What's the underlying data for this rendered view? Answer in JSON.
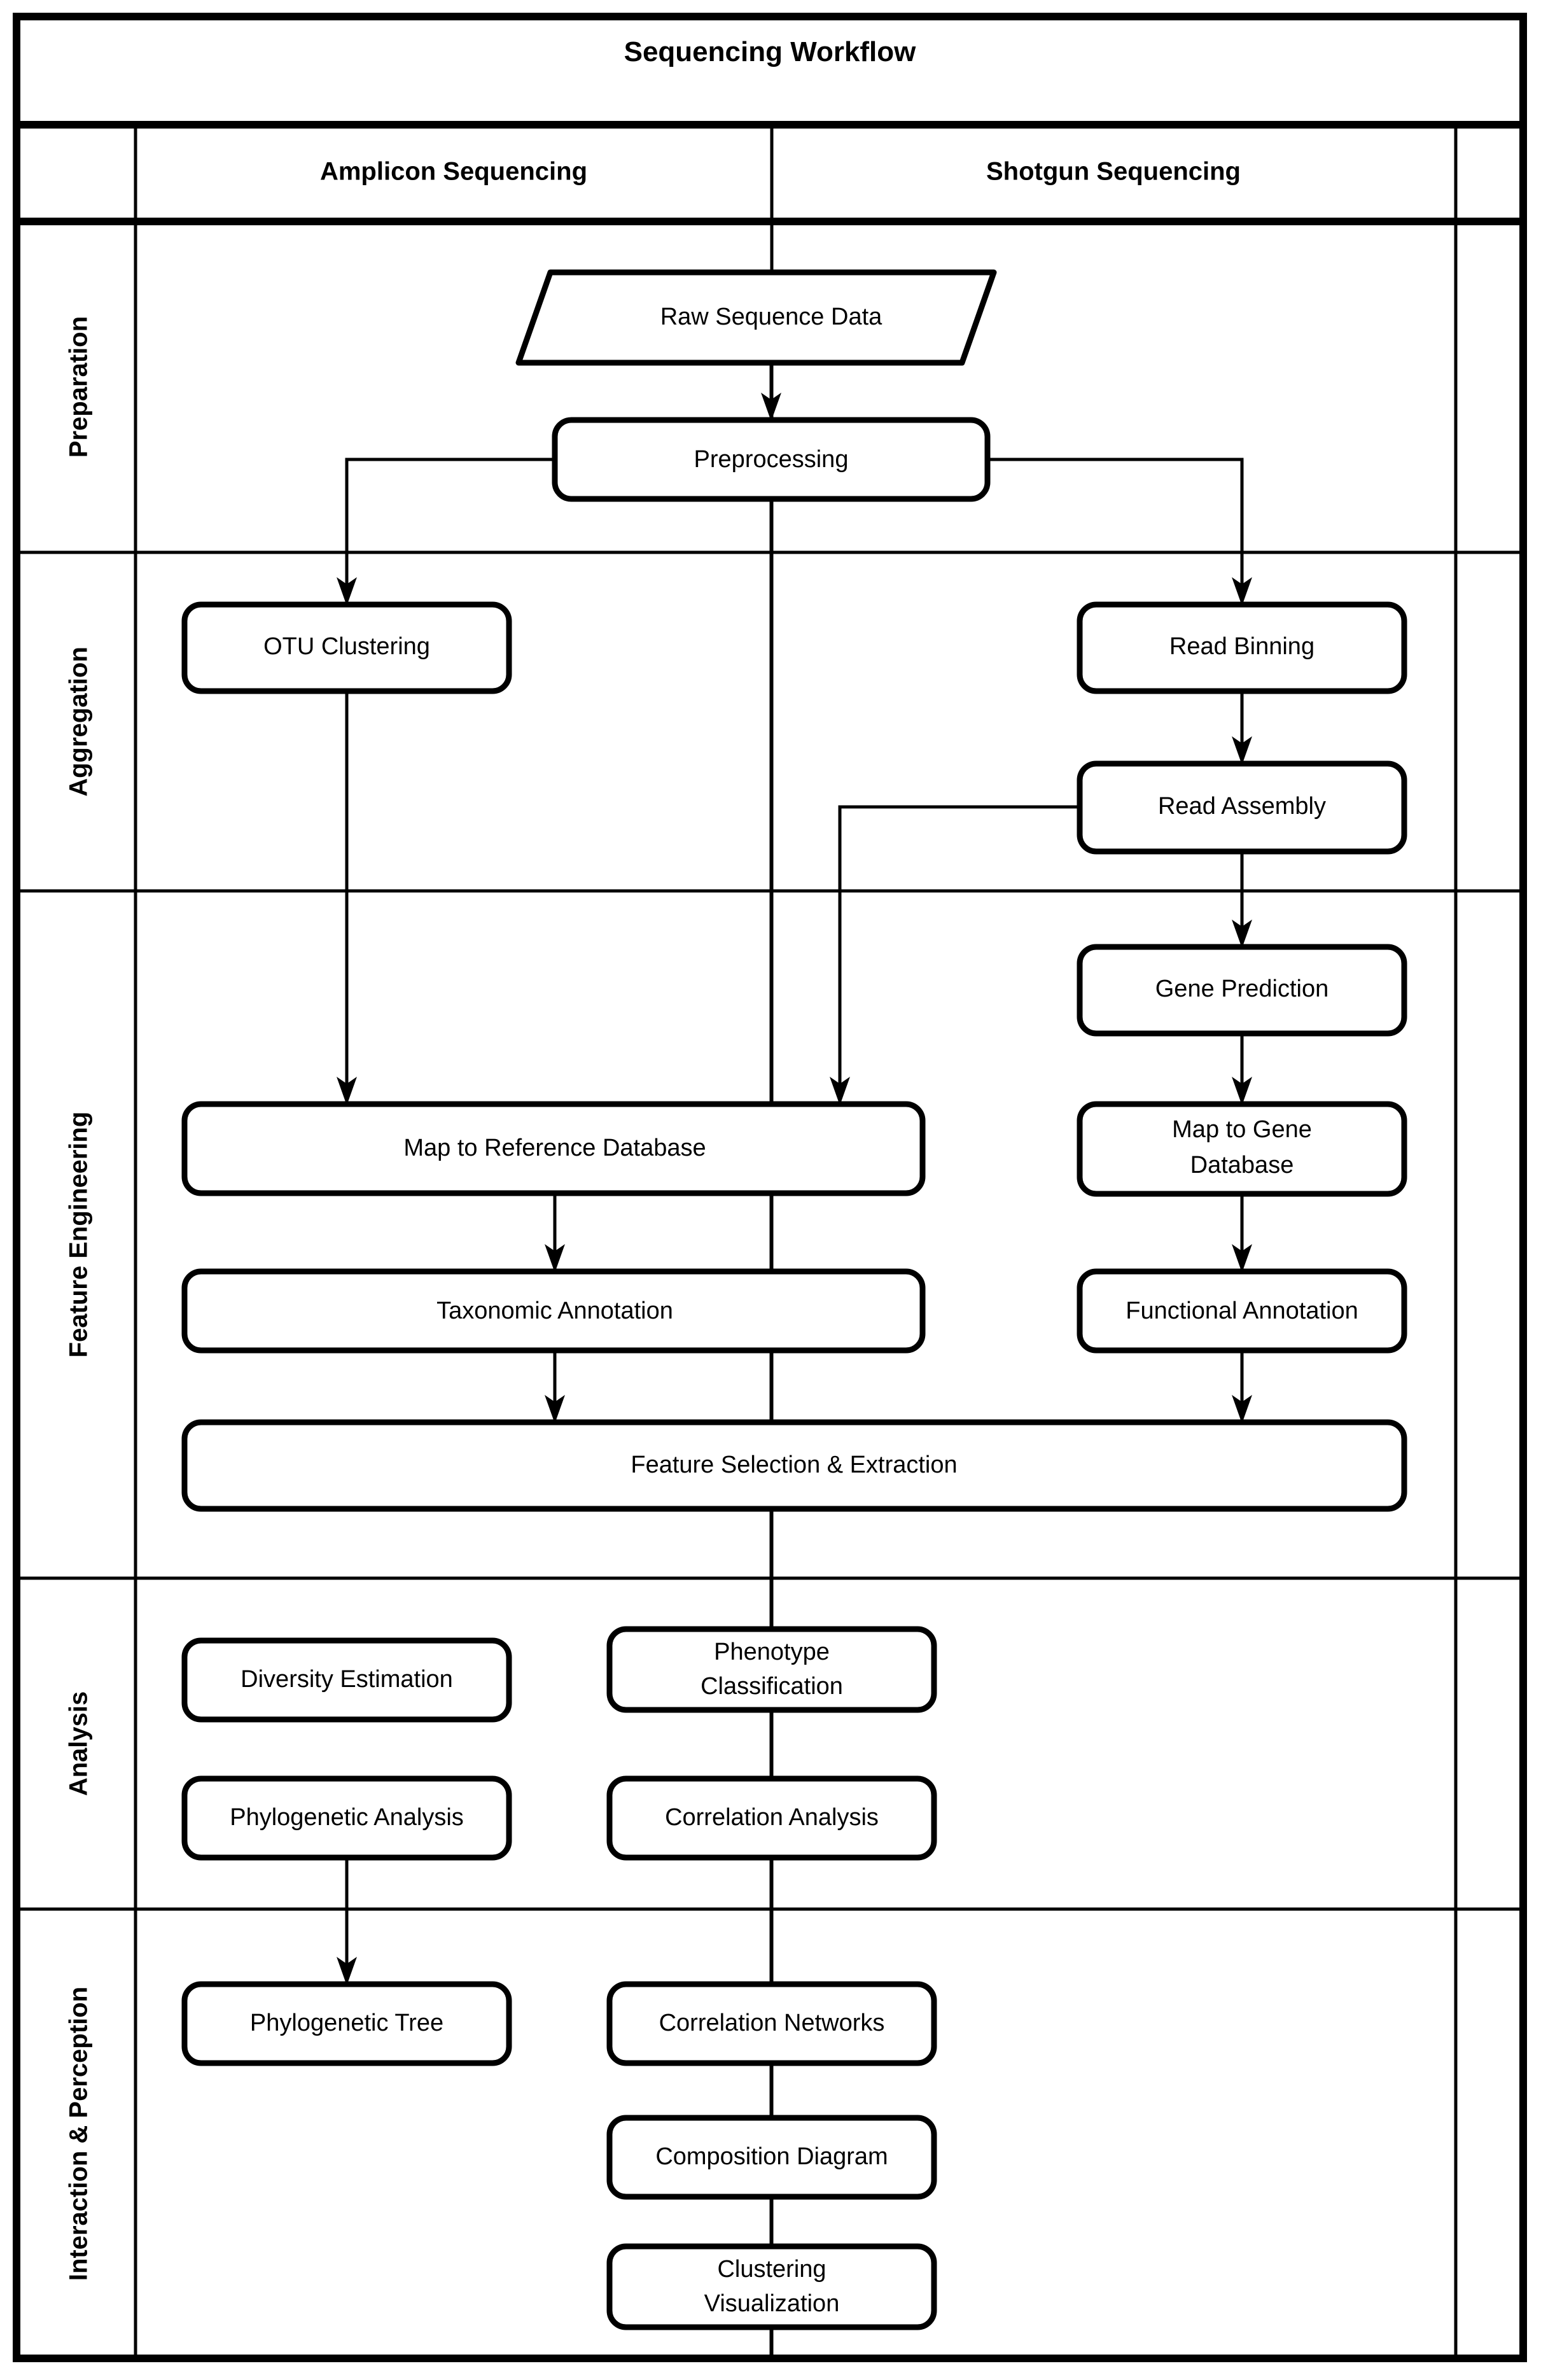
{
  "diagram": {
    "title": "Sequencing Workflow",
    "columns": [
      {
        "id": "amplicon",
        "label": "Amplicon Sequencing"
      },
      {
        "id": "shotgun",
        "label": "Shotgun Sequencing"
      },
      {
        "id": "spare",
        "label": ""
      }
    ],
    "swimlanes": [
      {
        "id": "preparation",
        "label": "Preparation"
      },
      {
        "id": "aggregation",
        "label": "Aggregation"
      },
      {
        "id": "feature-engineering",
        "label": "Feature Engineering"
      },
      {
        "id": "analysis",
        "label": "Analysis"
      },
      {
        "id": "interaction-perception",
        "label": "Interaction & Perception"
      }
    ],
    "nodes": [
      {
        "id": "raw-sequence-data",
        "label": "Raw Sequence Data",
        "shape": "parallelogram",
        "lane": "preparation",
        "column": "center"
      },
      {
        "id": "preprocessing",
        "label": "Preprocessing",
        "shape": "rounded-rect",
        "lane": "preparation",
        "column": "center"
      },
      {
        "id": "otu-clustering",
        "label": "OTU Clustering",
        "shape": "rounded-rect",
        "lane": "aggregation",
        "column": "amplicon"
      },
      {
        "id": "read-binning",
        "label": "Read Binning",
        "shape": "rounded-rect",
        "lane": "aggregation",
        "column": "shotgun"
      },
      {
        "id": "read-assembly",
        "label": "Read Assembly",
        "shape": "rounded-rect",
        "lane": "aggregation",
        "column": "shotgun"
      },
      {
        "id": "gene-prediction",
        "label": "Gene Prediction",
        "shape": "rounded-rect",
        "lane": "feature-engineering",
        "column": "shotgun"
      },
      {
        "id": "map-to-reference-database",
        "label": "Map to Reference Database",
        "shape": "rounded-rect",
        "lane": "feature-engineering",
        "column": "amplicon"
      },
      {
        "id": "map-to-gene-database",
        "label": "Map to Gene\nDatabase",
        "label_line1": "Map to Gene",
        "label_line2": "Database",
        "shape": "rounded-rect",
        "lane": "feature-engineering",
        "column": "shotgun"
      },
      {
        "id": "taxonomic-annotation",
        "label": "Taxonomic Annotation",
        "shape": "rounded-rect",
        "lane": "feature-engineering",
        "column": "amplicon"
      },
      {
        "id": "functional-annotation",
        "label": "Functional Annotation",
        "shape": "rounded-rect",
        "lane": "feature-engineering",
        "column": "shotgun"
      },
      {
        "id": "feature-selection-extraction",
        "label": "Feature Selection & Extraction",
        "shape": "rounded-rect",
        "lane": "feature-engineering",
        "column": "span"
      },
      {
        "id": "diversity-estimation",
        "label": "Diversity Estimation",
        "shape": "rounded-rect",
        "lane": "analysis",
        "column": "amplicon"
      },
      {
        "id": "phenotype-classification",
        "label": "Phenotype Classification",
        "label_line1": "Phenotype",
        "label_line2": "Classification",
        "shape": "rounded-rect",
        "lane": "analysis",
        "column": "center"
      },
      {
        "id": "phylogenetic-analysis",
        "label": "Phylogenetic Analysis",
        "shape": "rounded-rect",
        "lane": "analysis",
        "column": "amplicon"
      },
      {
        "id": "correlation-analysis",
        "label": "Correlation Analysis",
        "shape": "rounded-rect",
        "lane": "analysis",
        "column": "center"
      },
      {
        "id": "phylogenetic-tree",
        "label": "Phylogenetic Tree",
        "shape": "rounded-rect",
        "lane": "interaction-perception",
        "column": "amplicon"
      },
      {
        "id": "correlation-networks",
        "label": "Correlation Networks",
        "shape": "rounded-rect",
        "lane": "interaction-perception",
        "column": "center"
      },
      {
        "id": "composition-diagram",
        "label": "Composition Diagram",
        "shape": "rounded-rect",
        "lane": "interaction-perception",
        "column": "center"
      },
      {
        "id": "clustering-visualization",
        "label": "Clustering Visualization",
        "label_line1": "Clustering",
        "label_line2": "Visualization",
        "shape": "rounded-rect",
        "lane": "interaction-perception",
        "column": "center"
      }
    ],
    "edges": [
      {
        "from": "raw-sequence-data",
        "to": "preprocessing",
        "arrow": true
      },
      {
        "from": "preprocessing",
        "to": "otu-clustering",
        "arrow": true
      },
      {
        "from": "preprocessing",
        "to": "read-binning",
        "arrow": true
      },
      {
        "from": "read-binning",
        "to": "read-assembly",
        "arrow": true
      },
      {
        "from": "read-assembly",
        "to": "gene-prediction",
        "arrow": true
      },
      {
        "from": "read-assembly",
        "to": "map-to-reference-database",
        "arrow": true
      },
      {
        "from": "otu-clustering",
        "to": "map-to-reference-database",
        "arrow": true
      },
      {
        "from": "gene-prediction",
        "to": "map-to-gene-database",
        "arrow": true
      },
      {
        "from": "map-to-reference-database",
        "to": "taxonomic-annotation",
        "arrow": true
      },
      {
        "from": "map-to-gene-database",
        "to": "functional-annotation",
        "arrow": true
      },
      {
        "from": "taxonomic-annotation",
        "to": "feature-selection-extraction",
        "arrow": true
      },
      {
        "from": "functional-annotation",
        "to": "feature-selection-extraction",
        "arrow": true
      },
      {
        "from": "phylogenetic-analysis",
        "to": "phylogenetic-tree",
        "arrow": true
      }
    ],
    "colors": {
      "stroke": "#000000",
      "fill": "#ffffff",
      "text": "#000000"
    }
  }
}
